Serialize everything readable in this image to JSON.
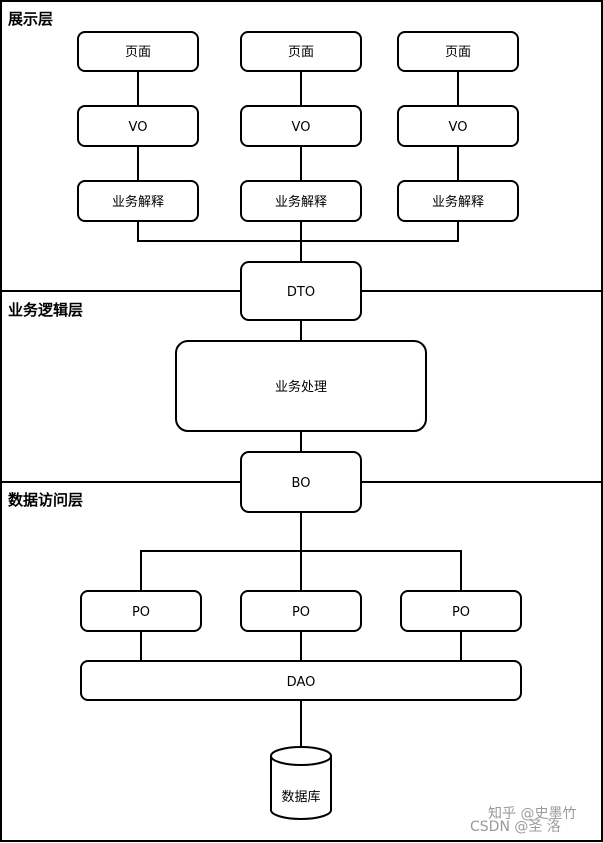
{
  "layers": {
    "presentation": "展示层",
    "business": "业务逻辑层",
    "data_access": "数据访问层"
  },
  "nodes": {
    "page": "页面",
    "vo": "VO",
    "interpret": "业务解释",
    "dto": "DTO",
    "process": "业务处理",
    "bo": "BO",
    "po": "PO",
    "dao": "DAO",
    "database": "数据库"
  },
  "watermark": {
    "line1": "知乎 @史墨竹",
    "line2": "CSDN @圣 洛"
  }
}
